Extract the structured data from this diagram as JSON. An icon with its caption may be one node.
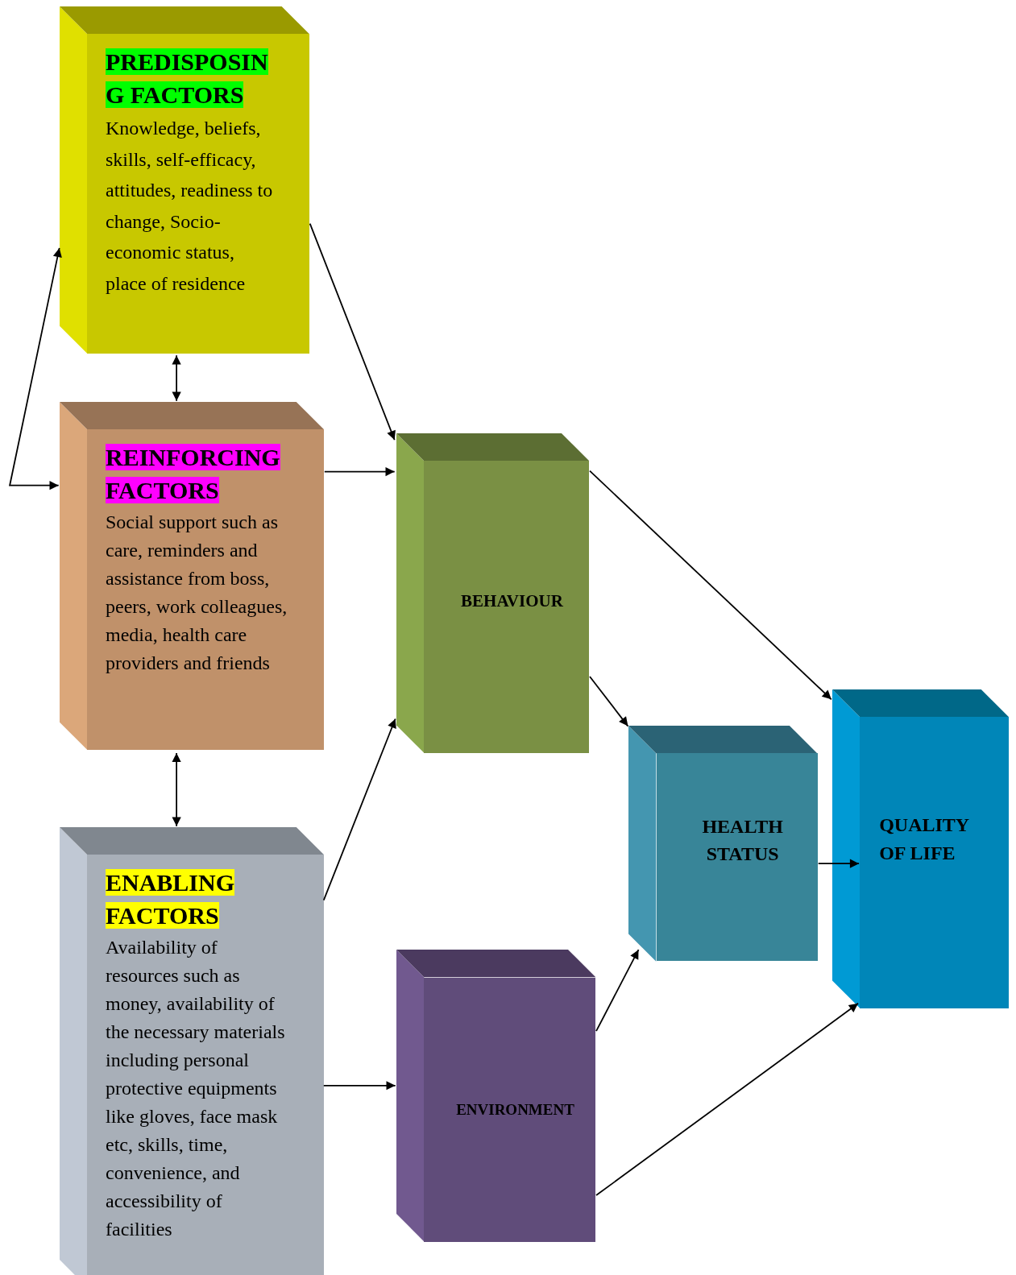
{
  "diagram": {
    "nodes": [
      {
        "text": [
          "PREDISPOSING FACTORS",
          "Knowledge, beliefs, skills, self-efficacy, attitudes, readiness to change, Socio-economic status, place of residence"
        ]
      },
      {
        "text": [
          "REINFORCING FACTORS",
          "Social support such as care, reminders and assistance from boss, peers, work colleagues, media, health care providers and friends"
        ]
      },
      {
        "text": [
          "ENABLING FACTORS",
          "Availability of resources such as money, availability of the necessary materials including personal protective equipments like gloves, face mask etc, skills, time, convenience, and accessibility of facilities"
        ]
      },
      {
        "text": [
          "BEHAVIOUR"
        ]
      },
      {
        "text": [
          "HEALTH STATUS"
        ]
      },
      {
        "text": [
          "QUALITY OF LIFE"
        ]
      },
      {
        "text": [
          "ENVIRONMENT"
        ]
      }
    ],
    "edges": [
      {
        "from": 0,
        "to": 3,
        "arrow": "to"
      },
      {
        "from": 0,
        "to": 1,
        "arrow": "both"
      },
      {
        "from": 1,
        "to": 2,
        "arrow": "both"
      },
      {
        "from": 1,
        "to": 3,
        "arrow": "to"
      },
      {
        "from": 2,
        "to": 3,
        "arrow": "to"
      },
      {
        "from": 2,
        "to": 6,
        "arrow": "to"
      },
      {
        "from": 3,
        "to": 5,
        "arrow": "to"
      },
      {
        "from": 3,
        "to": 4,
        "arrow": "to"
      },
      {
        "from": 4,
        "to": 5,
        "arrow": "to"
      },
      {
        "from": 6,
        "to": 4,
        "arrow": "to"
      },
      {
        "from": 6,
        "to": 5,
        "arrow": "to"
      },
      {
        "from": 1,
        "to": 0,
        "arrow": "both"
      }
    ]
  }
}
